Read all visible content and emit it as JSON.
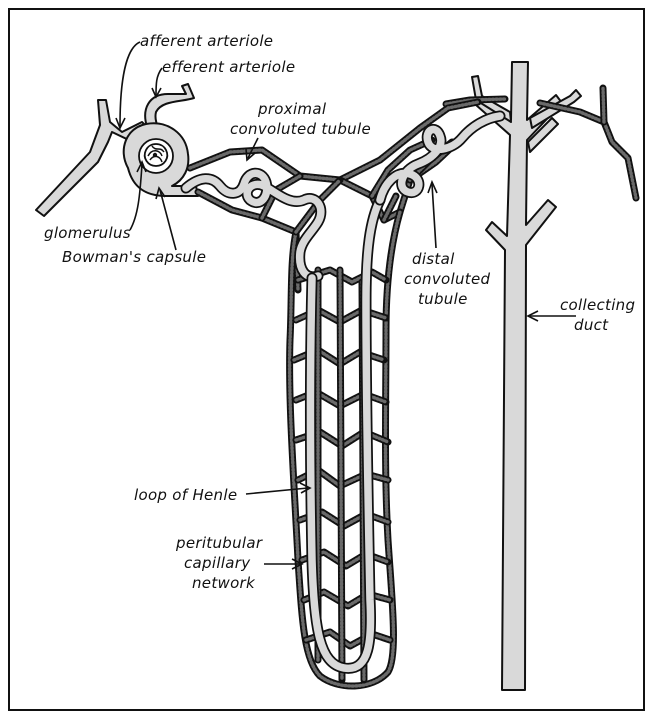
{
  "labels": {
    "afferent_arteriole_1": "afferent arteriole",
    "afferent_arteriole_2": "efferent arteriole",
    "proximal_tubule_line1": "proximal",
    "proximal_tubule_line2": "convoluted tubule",
    "glomerulus": "glomerulus",
    "bowmans_capsule": "Bowman's capsule",
    "distal_tubule_line1": "distal",
    "distal_tubule_line2": "convoluted",
    "distal_tubule_line3": "tubule",
    "collecting_duct_line1": "collecting",
    "collecting_duct_line2": "duct",
    "loop_of_henle": "loop of Henle",
    "peritubular_line1": "peritubular",
    "peritubular_line2": "capillary",
    "peritubular_line3": "network"
  },
  "colors": {
    "ink": "#111111",
    "vessel_fill": "#d9d9d9",
    "capillary_grain": "#6a6a6a",
    "background": "#ffffff"
  }
}
